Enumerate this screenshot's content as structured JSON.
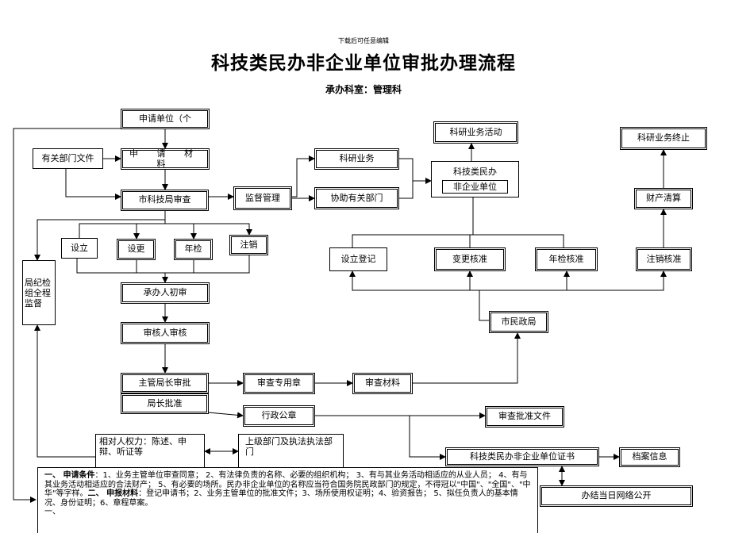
{
  "header": {
    "top_note": "下载后可任意编辑",
    "title": "科技类民办非企业单位审批办理流程",
    "subtitle": "承办科室：管理科"
  },
  "nodes": {
    "applicant": "申请单位（个",
    "related_docs": "有关部门文件",
    "application_materials": "申 请 材 料",
    "city_bureau_review": "市科技局审查",
    "supervision": "监督管理",
    "research_business": "科研业务",
    "assist_departments": "协助有关部门",
    "research_activity": "科研业务活动",
    "org_line1": "科技类民办",
    "org_line2": "非企业单位",
    "research_end": "科研业务终止",
    "liquidation": "财产清算",
    "discipline_group": "局纪检组全程监督",
    "establish": "设立",
    "change": "设更",
    "annual_check": "年检",
    "cancel": "注销",
    "handler_review": "承办人初审",
    "auditor_review": "审核人审核",
    "director_approval": "主管局长审批",
    "chief_approval": "局长批准",
    "review_seal": "审查专用章",
    "review_materials": "审查材料",
    "admin_seal": "行政公章",
    "approval_document": "审查批准文件",
    "civil_affairs": "市民政局",
    "establish_registration": "设立登记",
    "change_approval": "变更核准",
    "annual_approval": "年检核准",
    "cancel_approval": "注销核准",
    "rights_box": "相对人权力：陈述、申辩、听证等",
    "superior_box": "上级部门及执法执法部门",
    "certificate": "科技类民办非企业单位证书",
    "archive": "档案信息",
    "publish_online": "办结当日网络公开"
  },
  "requirements": {
    "h1": "一、 申请条件",
    "t1": "：1、业务主管单位审查同意；  2、有法律负责的名称、必要的组织机构；  3、有与其业务活动相适应的从业人员；  4、有与其业务活动相适应的合法财产；  5、有必要的场所。民办非企业单位的名称应当符合国务院民政部门的规定，不得冠以\"中国\"、\"全国\"、\"中华\"等字样。",
    "h2": "二、 申报材料",
    "t2": "：登记申请书；2、业务主管单位的批准文件；3、场所使用权证明；4、验资报告；  5、拟任负责人的基本情况、身份证明；6、章程草案。",
    "t3": "一、"
  }
}
